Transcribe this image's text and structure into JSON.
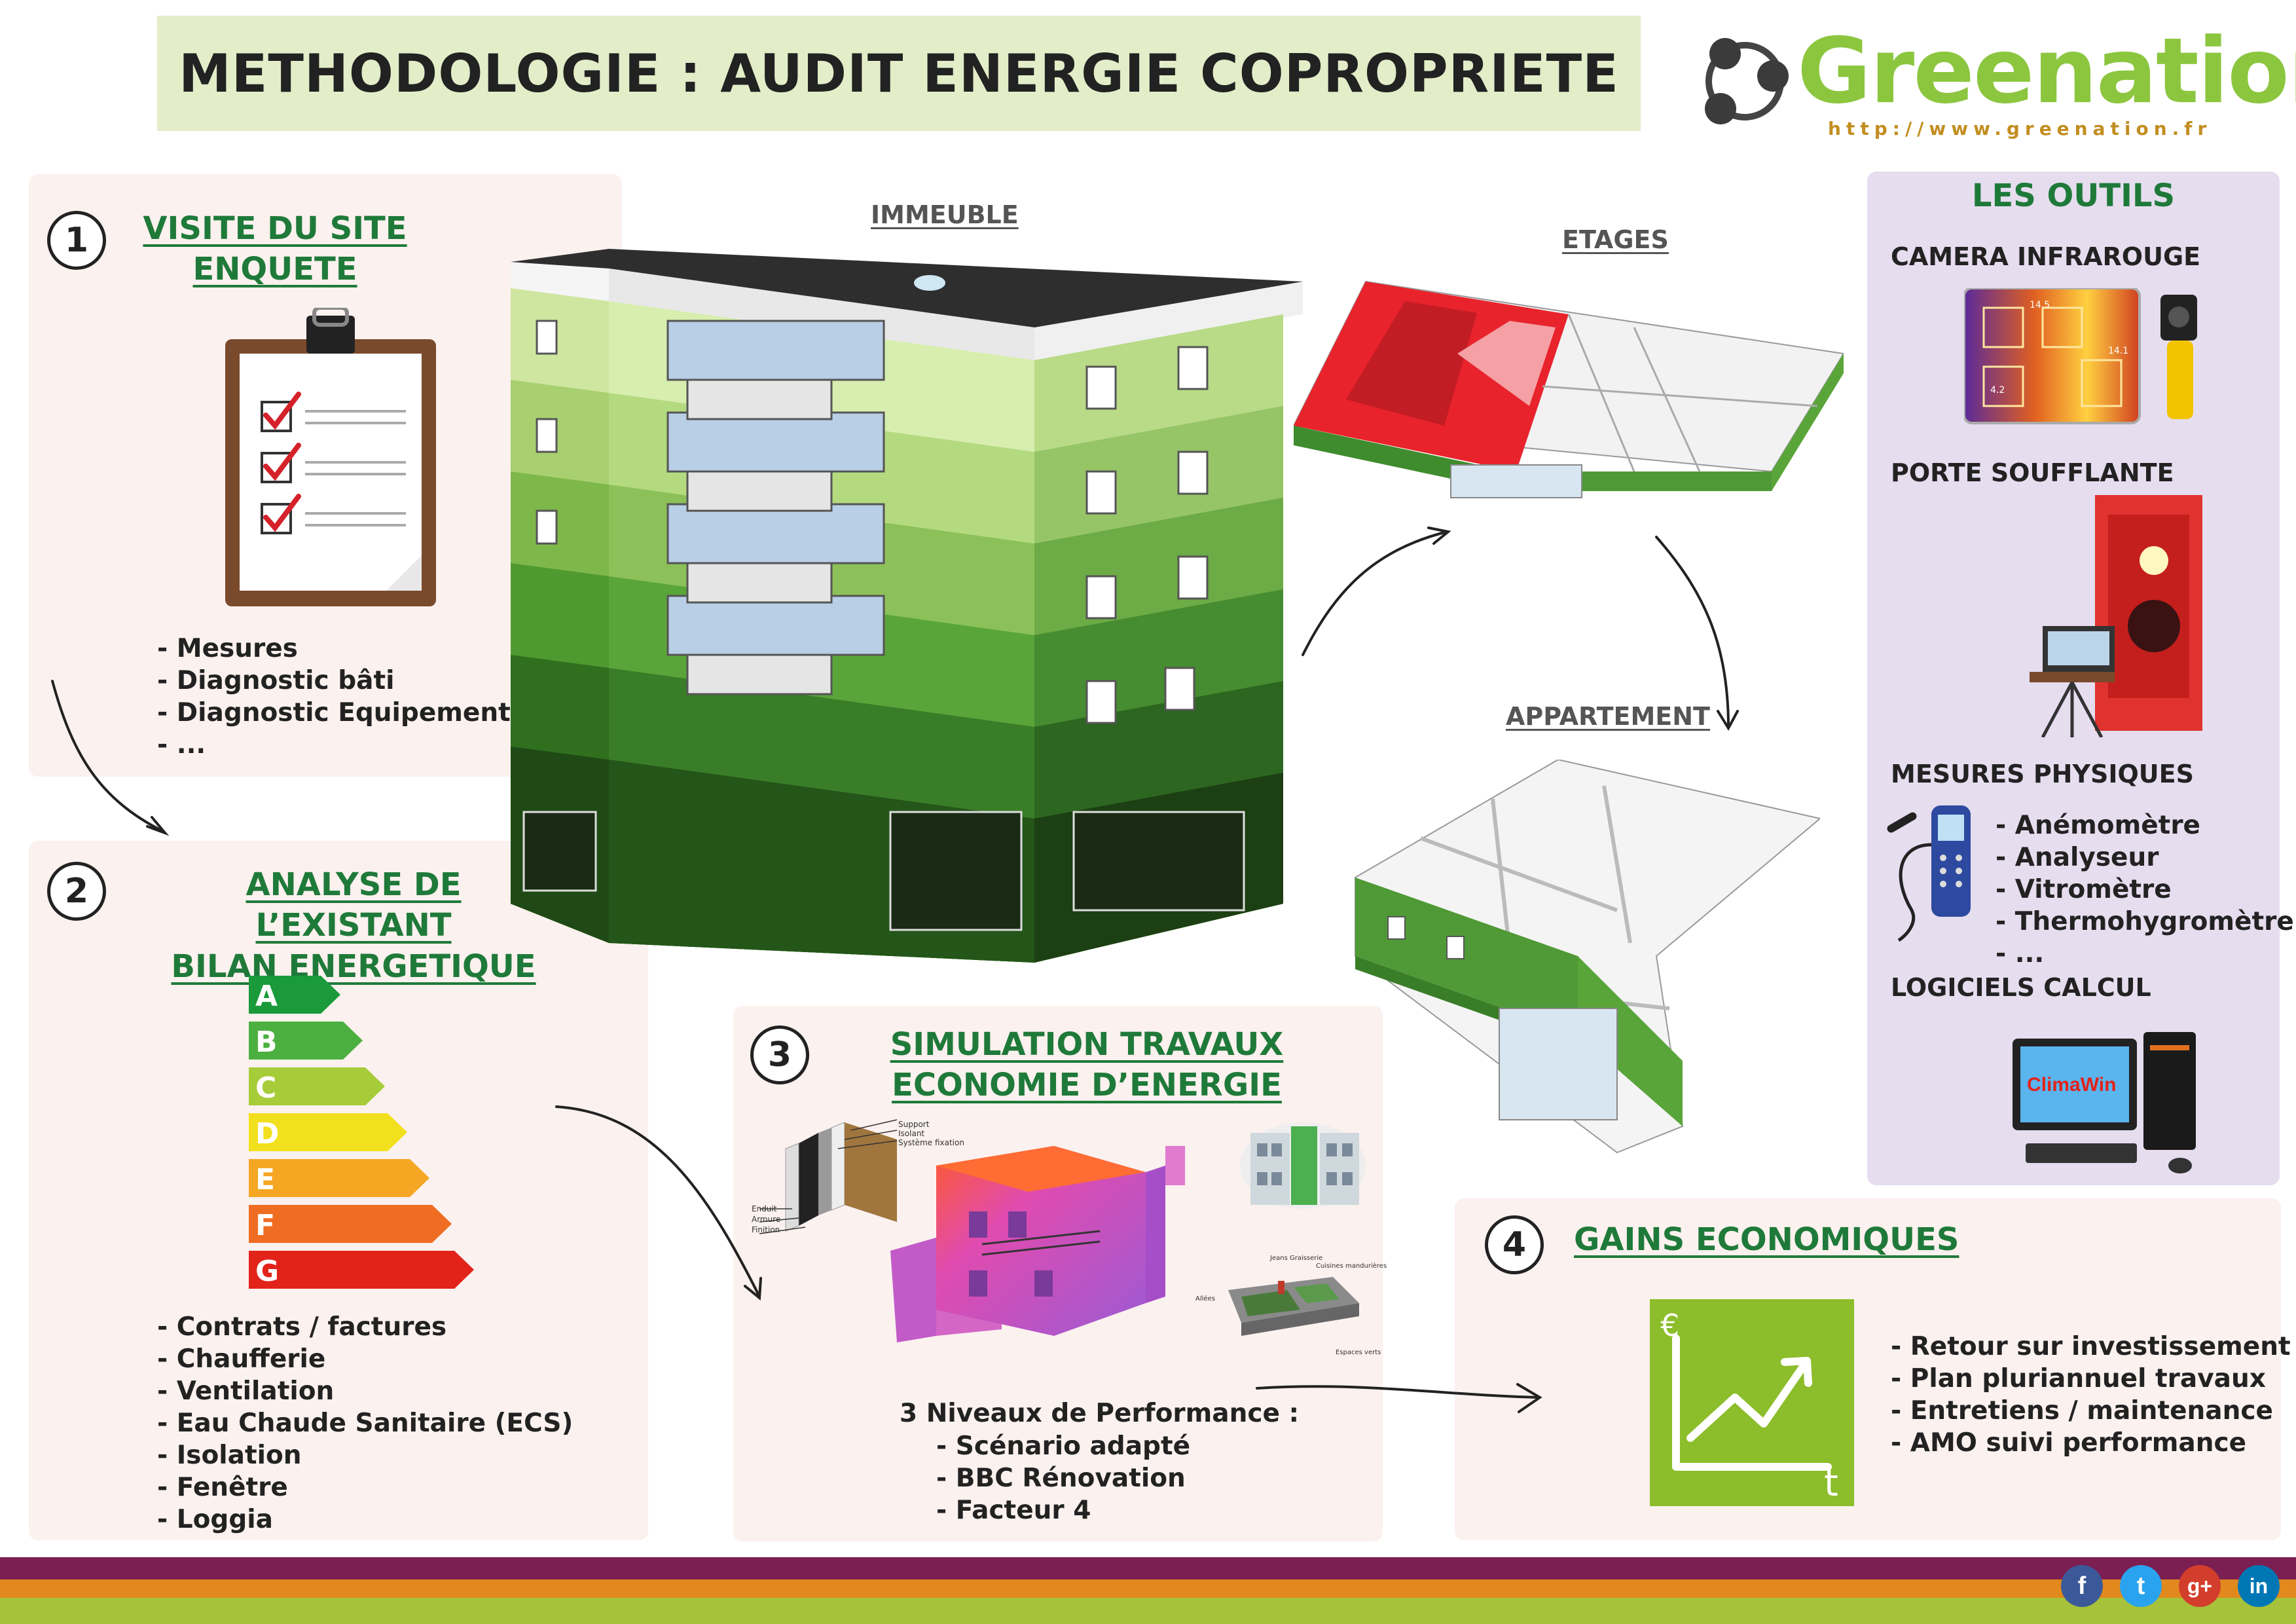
{
  "header": {
    "title": "METHODOLOGIE : AUDIT ENERGIE COPROPRIETE",
    "brand": "Greenation",
    "url": "http://www.greenation.fr"
  },
  "step1": {
    "number": "1",
    "title_line1": "VISITE DU SITE",
    "title_line2": "ENQUETE",
    "items": [
      "- Mesures",
      "- Diagnostic bâti",
      "- Diagnostic Equipements",
      "- ..."
    ]
  },
  "step2": {
    "number": "2",
    "title_line1": "ANALYSE DE L’EXISTANT",
    "title_line2": "BILAN ENERGETIQUE",
    "energy_labels": [
      "A",
      "B",
      "C",
      "D",
      "E",
      "F",
      "G"
    ],
    "energy_colors": [
      "#1a9a3a",
      "#4cb041",
      "#a6cc3a",
      "#f2e01e",
      "#f5a623",
      "#ef6d22",
      "#e2231a"
    ],
    "items": [
      "- Contrats / factures",
      "- Chaufferie",
      "- Ventilation",
      "- Eau Chaude Sanitaire (ECS)",
      "- Isolation",
      "- Fenêtre",
      "- Loggia"
    ]
  },
  "step3": {
    "number": "3",
    "title_line1": "SIMULATION TRAVAUX",
    "title_line2": "ECONOMIE D’ENERGIE",
    "wall_labels_right": [
      "Support",
      "Isolant",
      "Système fixation"
    ],
    "wall_labels_left": [
      "Enduit",
      "Armure",
      "Finition"
    ],
    "roof_labels": [
      "Jeans Graisserie",
      "Cuisines mandurières",
      "Allées",
      "Espaces verts"
    ],
    "intro": "3 Niveaux de Performance :",
    "items": [
      "- Scénario adapté",
      "- BBC Rénovation",
      "- Facteur 4"
    ]
  },
  "step4": {
    "number": "4",
    "title": "GAINS ECONOMIQUES",
    "chart_currency": "€",
    "chart_time": "t",
    "items": [
      "- Retour sur investissement",
      "- Plan pluriannuel travaux",
      "- Entretiens / maintenance",
      "- AMO suivi performance"
    ]
  },
  "labels": {
    "immeuble": "IMMEUBLE",
    "etages": "ETAGES",
    "appartement": "APPARTEMENT"
  },
  "tools": {
    "title": "LES OUTILS",
    "camera": "CAMERA INFRAROUGE",
    "camera_readings": [
      "14.5",
      "14.1",
      "4.2"
    ],
    "porte": "PORTE SOUFFLANTE",
    "mesures": "MESURES PHYSIQUES",
    "mesures_items": [
      "- Anémomètre",
      "- Analyseur",
      "- Vitromètre",
      "- Thermohygromètre",
      "- ..."
    ],
    "logiciels": "LOGICIELS CALCUL",
    "software_name": "ClimaWin"
  },
  "social": [
    "f",
    "t",
    "g+",
    "in"
  ],
  "colors": {
    "accent_green": "#1f7a3a",
    "brand_green": "#8cc63f",
    "footer_purple": "#7b1f52",
    "footer_orange": "#e2891e",
    "footer_lime": "#a5c23a"
  }
}
